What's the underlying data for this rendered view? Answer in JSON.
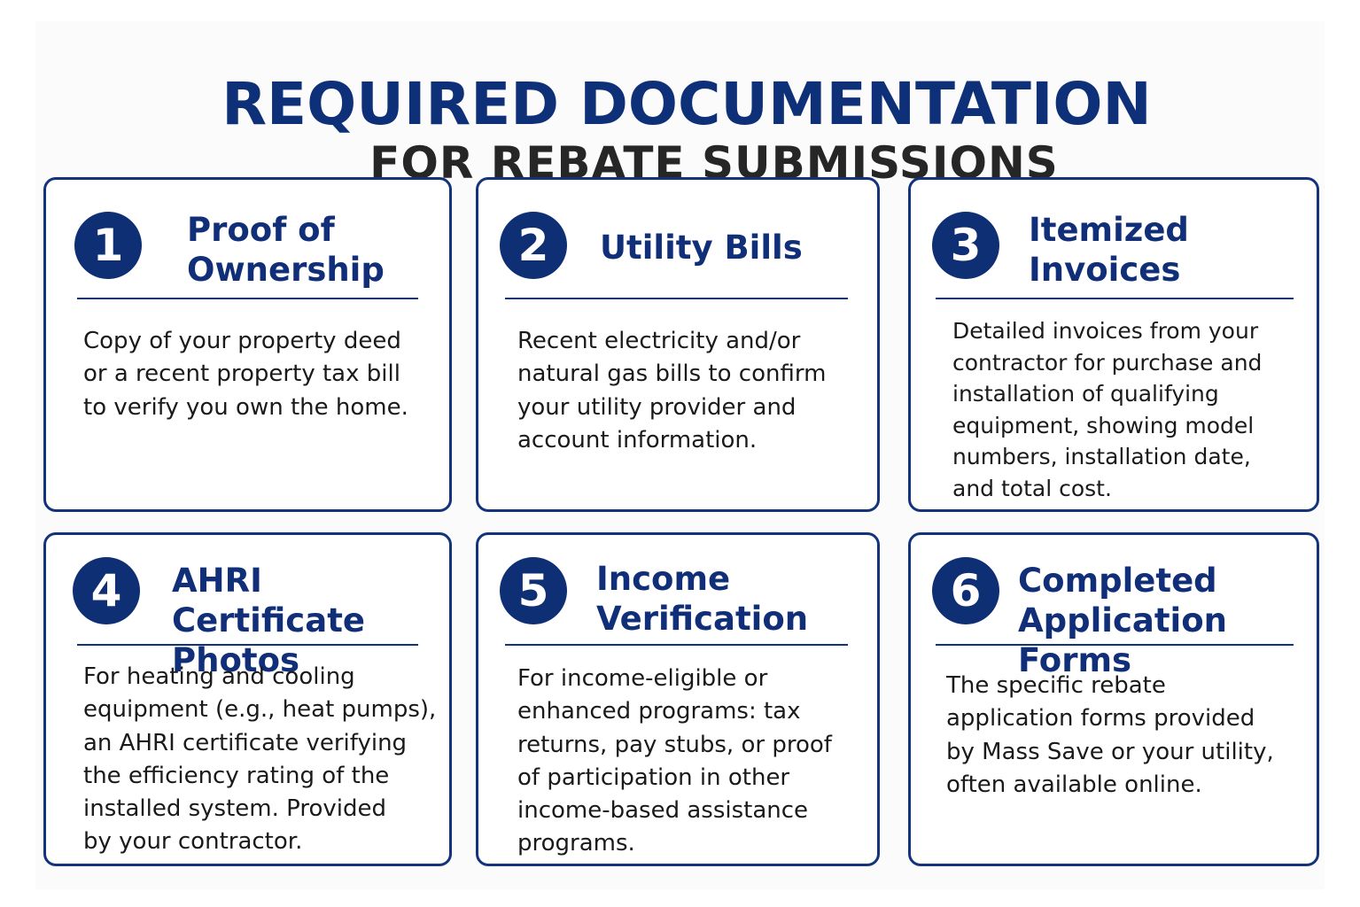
{
  "page": {
    "title": "REQUIRED DOCUMENTATION",
    "subtitle": "FOR REBATE SUBMISSIONS"
  },
  "colors": {
    "primary_navy": "#0f2f75",
    "subtitle_gray": "#262626",
    "body_text": "#1a1a1a",
    "card_background": "#ffffff"
  },
  "cards": [
    {
      "number": "1",
      "title": "Proof of\nOwnership",
      "description": "Copy of your property deed\nor a recent property tax bill\nto verify you own the home."
    },
    {
      "number": "2",
      "title": "Utility Bills",
      "description": "Recent electricity and/or\nnatural gas bills to confirm\nyour utility provider and\naccount information."
    },
    {
      "number": "3",
      "title": "Itemized\nInvoices",
      "description": "Detailed invoices from your\ncontractor for purchase and\ninstallation of qualifying\nequipment, showing model\nnumbers, installation date,\nand total cost."
    },
    {
      "number": "4",
      "title": "AHRI Certificate\nPhotos",
      "description": "For heating and cooling\nequipment (e.g., heat pumps),\nan AHRI certificate verifying\nthe efficiency rating of the\ninstalled system. Provided\nby your contractor."
    },
    {
      "number": "5",
      "title": "Income\nVerification",
      "description": "For income-eligible or\nenhanced programs: tax\nreturns, pay stubs, or proof\nof participation in other\nincome-based assistance\nprograms."
    },
    {
      "number": "6",
      "title": "Completed\nApplication Forms",
      "description": "The specific rebate\napplication forms provided\nby Mass Save or your utility,\noften available online."
    }
  ]
}
